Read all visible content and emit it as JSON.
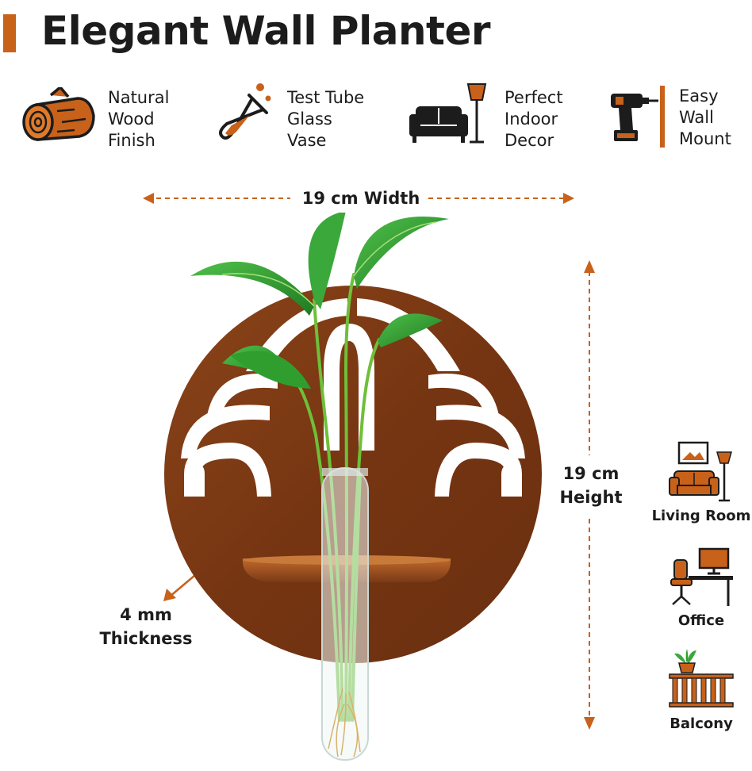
{
  "title": "Elegant Wall Planter",
  "features": [
    {
      "icon": "wood-log-icon",
      "lines": [
        "Natural",
        "Wood",
        "Finish"
      ]
    },
    {
      "icon": "test-tube-icon",
      "lines": [
        "Test Tube",
        "Glass",
        "Vase"
      ]
    },
    {
      "icon": "sofa-lamp-icon",
      "lines": [
        "Perfect",
        "Indoor",
        "Decor"
      ]
    },
    {
      "icon": "drill-icon",
      "lines": [
        "Easy",
        "Wall",
        "Mount"
      ]
    }
  ],
  "dimensions": {
    "width_label": "19 cm Width",
    "height_line1": "19 cm",
    "height_line2": "Height",
    "thickness_line1": "4 mm",
    "thickness_line2": "Thickness"
  },
  "use_cases": [
    {
      "icon": "living-room-icon",
      "label": "Living Room"
    },
    {
      "icon": "office-desk-icon",
      "label": "Office"
    },
    {
      "icon": "balcony-icon",
      "label": "Balcony"
    }
  ],
  "colors": {
    "accent": "#c8611a",
    "wood": "#7a3a17",
    "text": "#1c1c1c",
    "leaf": "#2f9e2f"
  }
}
